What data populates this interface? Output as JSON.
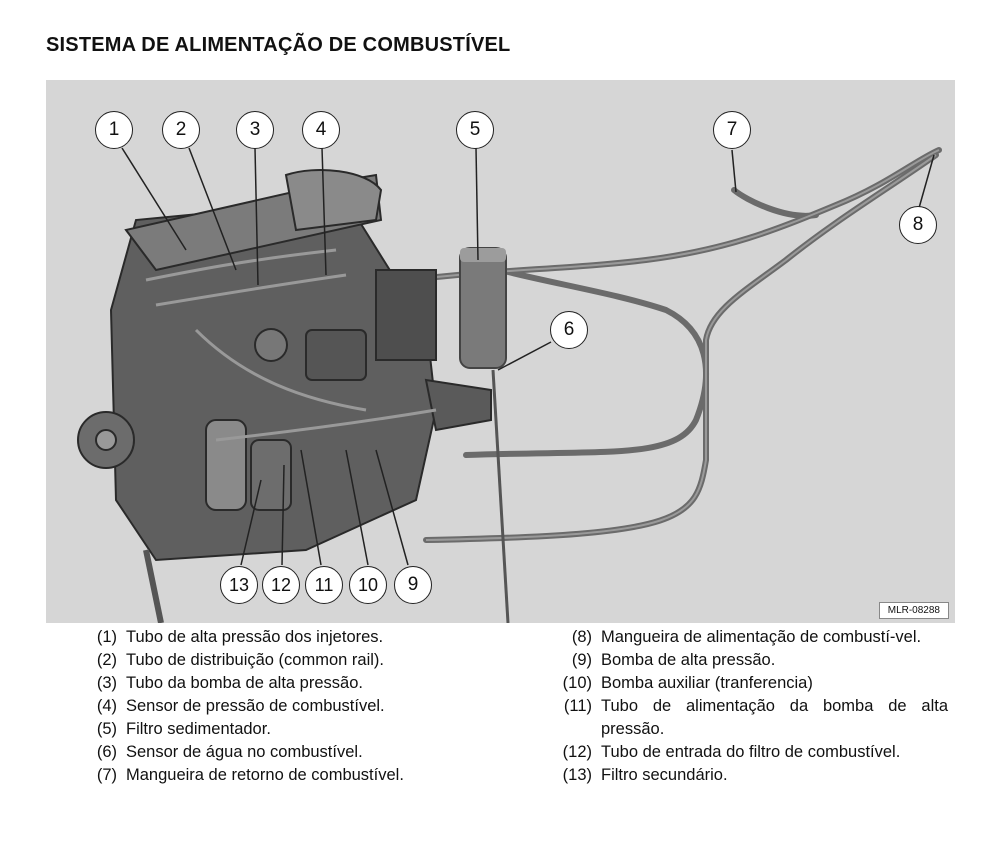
{
  "title": "SISTEMA DE ALIMENTAÇÃO DE COMBUSTÍVEL",
  "figure": {
    "id": "MLR-08288",
    "callouts": [
      "1",
      "2",
      "3",
      "4",
      "5",
      "6",
      "7",
      "8",
      "9",
      "10",
      "11",
      "12",
      "13"
    ]
  },
  "legend_left": [
    {
      "num": "(1)",
      "text": "Tubo de alta pressão dos injetores."
    },
    {
      "num": "(2)",
      "text": "Tubo de distribuição (common rail)."
    },
    {
      "num": "(3)",
      "text": "Tubo da bomba de alta pressão."
    },
    {
      "num": "(4)",
      "text": "Sensor de pressão de combustível."
    },
    {
      "num": "(5)",
      "text": "Filtro sedimentador."
    },
    {
      "num": "(6)",
      "text": "Sensor de água no combustível."
    },
    {
      "num": "(7)",
      "text": "Mangueira de retorno de combustível."
    }
  ],
  "legend_right": [
    {
      "num": "(8)",
      "text": "Mangueira de alimentação de combustí-vel."
    },
    {
      "num": "(9)",
      "text": "Bomba de alta pressão."
    },
    {
      "num": "(10)",
      "text": "Bomba auxiliar (tranferencia)"
    },
    {
      "num": "(11)",
      "text": "Tubo de alimentação da bomba de alta pressão."
    },
    {
      "num": "(12)",
      "text": "Tubo de entrada do filtro de combustível."
    },
    {
      "num": "(13)",
      "text": "Filtro secundário."
    }
  ]
}
